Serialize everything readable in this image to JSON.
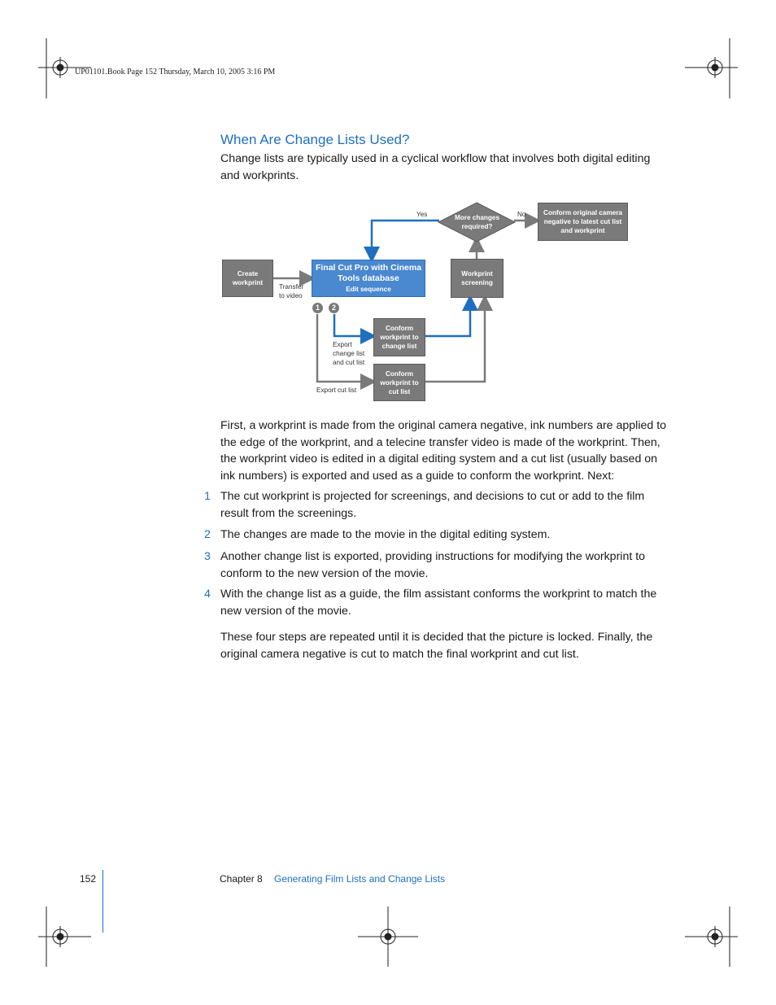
{
  "slug": "UP01101.Book  Page 152  Thursday, March 10, 2005  3:16 PM",
  "heading": "When Are Change Lists Used?",
  "intro": "Change lists are typically used in a cyclical workflow that involves both digital editing and workprints.",
  "diagram": {
    "create_workprint": "Create workprint",
    "fcp_title": "Final Cut Pro with Cinema Tools database",
    "fcp_sub": "Edit sequence",
    "workprint_screening": "Workprint screening",
    "decision": "More changes required?",
    "conform_original": "Conform original camera negative to latest cut list and workprint",
    "conform_change": "Conform workprint to change list",
    "conform_cut": "Conform workprint to cut list",
    "yes": "Yes",
    "no": "No",
    "transfer": "Transfer to video",
    "export_change": "Export change list and cut list",
    "export_cut": "Export cut list",
    "badge1": "1",
    "badge2": "2"
  },
  "body_para": "First, a workprint is made from the original camera negative, ink numbers are applied to the edge of the workprint, and a telecine transfer video is made of the workprint. Then, the workprint video is edited in a digital editing system and a cut list (usually based on ink numbers) is exported and used as a guide to conform the workprint. Next:",
  "steps": [
    {
      "num": "1",
      "text": "The cut workprint is projected for screenings, and decisions to cut or add to the film result from the screenings."
    },
    {
      "num": "2",
      "text": "The changes are made to the movie in the digital editing system."
    },
    {
      "num": "3",
      "text": "Another change list is exported, providing instructions for modifying the workprint to conform to the new version of the movie."
    },
    {
      "num": "4",
      "text": "With the change list as a guide, the film assistant conforms the workprint to match the new version of the movie."
    }
  ],
  "closing": "These four steps are repeated until it is decided that the picture is locked. Finally, the original camera negative is cut to match the final workprint and cut list.",
  "footer": {
    "page": "152",
    "chapter": "Chapter 8",
    "chapter_title": "Generating Film Lists and Change Lists"
  },
  "colors": {
    "accent": "#1f6fc0",
    "box": "#7a7a7a",
    "blue_box": "#4a88d0",
    "blue_line": "#1f6fc0",
    "gray_line": "#7a7a7a"
  }
}
